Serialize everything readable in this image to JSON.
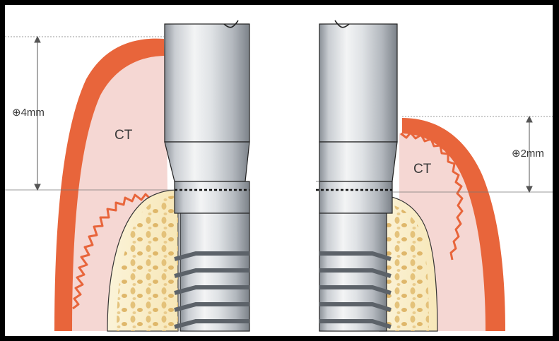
{
  "panels": [
    {
      "id": "left",
      "tissue_label": "CT",
      "dimension_label": "⊕4mm"
    },
    {
      "id": "right",
      "tissue_label": "CT",
      "dimension_label": "⊕2mm"
    }
  ],
  "colors": {
    "epithelium": "#e8653b",
    "connective_tissue": "#f5d7d3",
    "bone": "#fbf1cf",
    "bone_pores": "#e5c27a",
    "implant_light": "#e6e9ec",
    "implant_dark": "#8a9097",
    "frame": "#000000"
  },
  "icons": [
    "dimension-arrow-icon",
    "dotted-line-icon"
  ]
}
